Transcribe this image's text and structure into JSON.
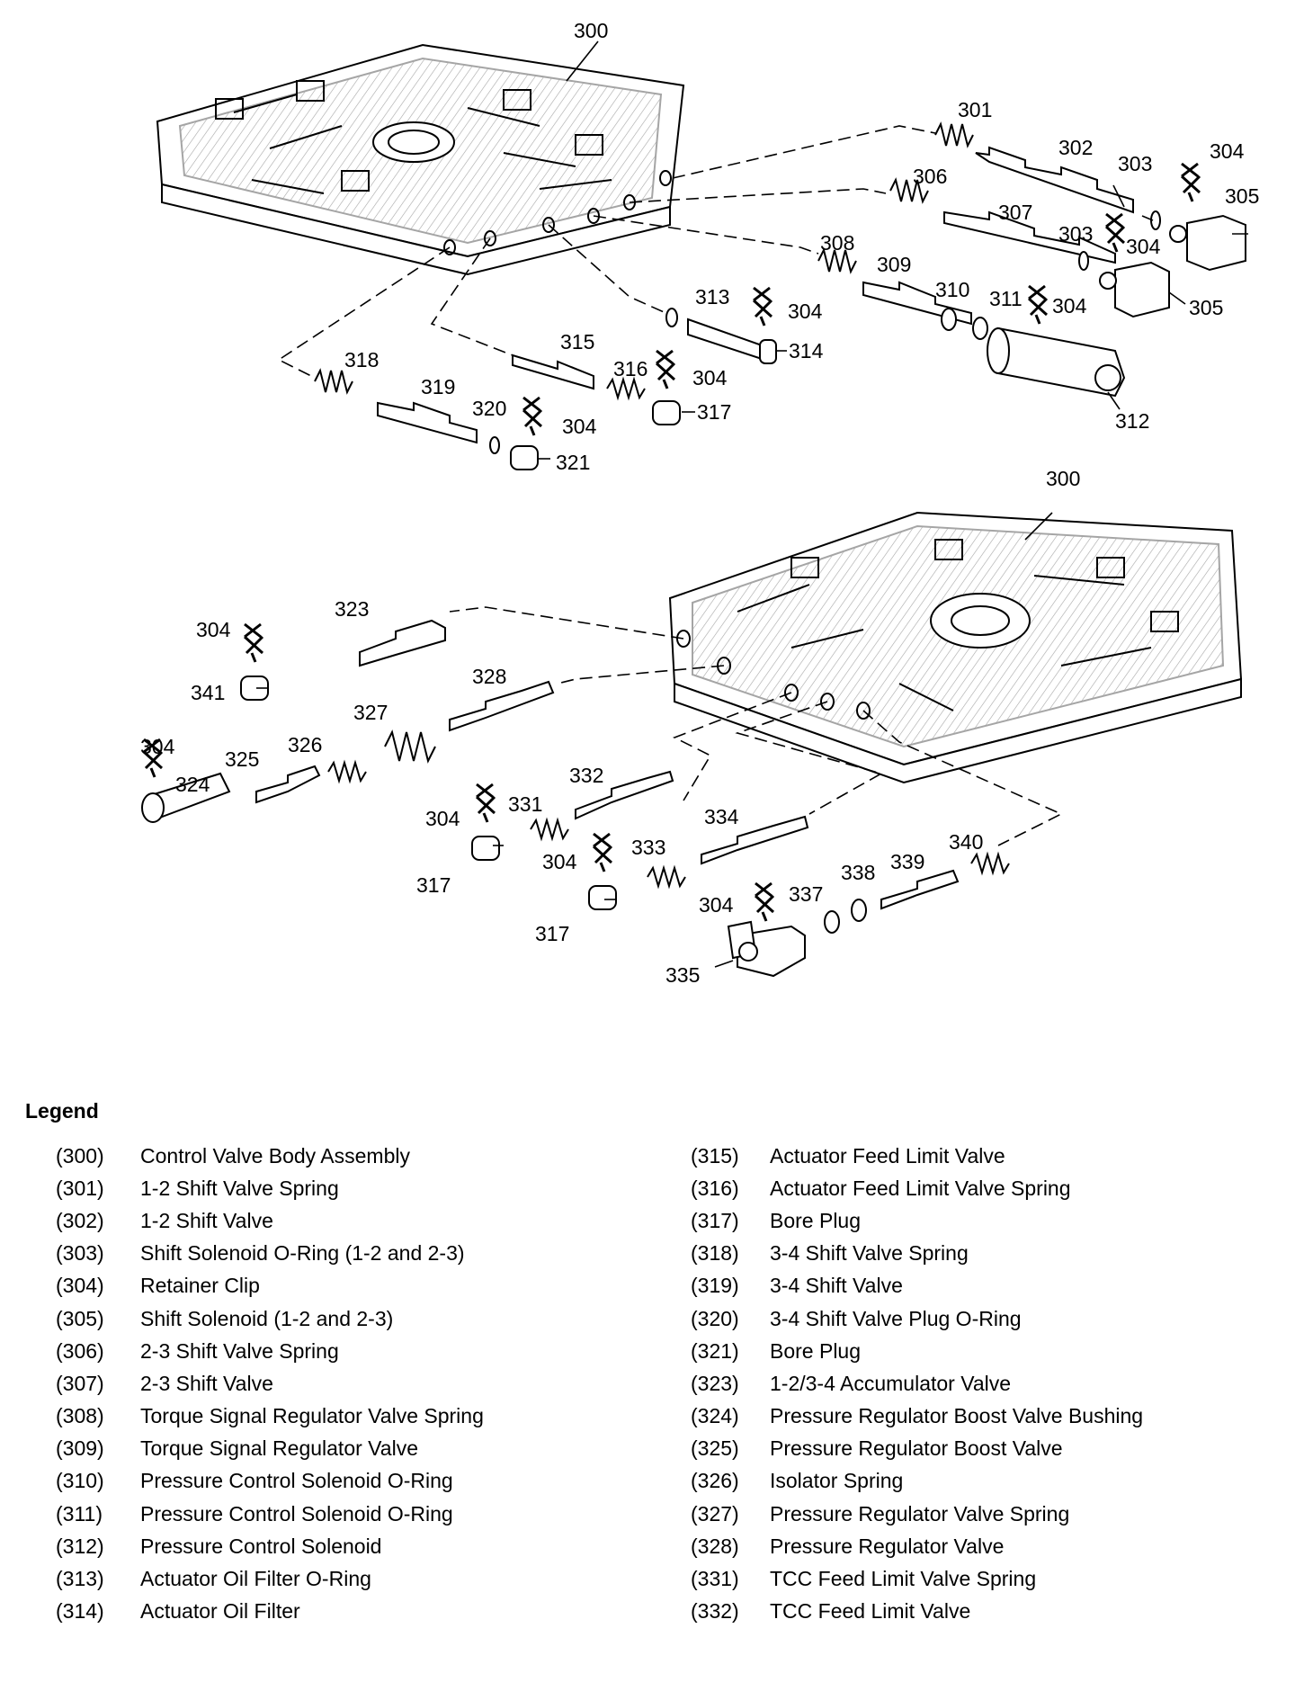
{
  "callouts": {
    "c300a": "300",
    "c301": "301",
    "c302": "302",
    "c303a": "303",
    "c304a": "304",
    "c305a": "305",
    "c306": "306",
    "c307": "307",
    "c303b": "303",
    "c304b": "304",
    "c305b": "305",
    "c308": "308",
    "c309": "309",
    "c310": "310",
    "c311": "311",
    "c304c": "304",
    "c313": "313",
    "c304d": "304",
    "c314": "314",
    "c312": "312",
    "c315": "315",
    "c316": "316",
    "c304e": "304",
    "c317a": "317",
    "c318": "318",
    "c319": "319",
    "c320": "320",
    "c304f": "304",
    "c321": "321",
    "c300b": "300",
    "c323": "323",
    "c304g": "304",
    "c341": "341",
    "c328": "328",
    "c327": "327",
    "c304h": "304",
    "c325": "325",
    "c326": "326",
    "c324": "324",
    "c332": "332",
    "c304i": "304",
    "c331": "331",
    "c317b": "317",
    "c334": "334",
    "c304j": "304",
    "c333": "333",
    "c317c": "317",
    "c340": "340",
    "c339": "339",
    "c338": "338",
    "c304k": "304",
    "c337": "337",
    "c335": "335"
  },
  "legend": {
    "title": "Legend",
    "left": [
      {
        "code": "(300)",
        "text": "Control Valve Body Assembly"
      },
      {
        "code": "(301)",
        "text": "1-2 Shift Valve Spring"
      },
      {
        "code": "(302)",
        "text": "1-2 Shift Valve"
      },
      {
        "code": "(303)",
        "text": "Shift Solenoid O-Ring (1-2 and 2-3)"
      },
      {
        "code": "(304)",
        "text": "Retainer Clip"
      },
      {
        "code": "(305)",
        "text": "Shift Solenoid (1-2 and 2-3)"
      },
      {
        "code": "(306)",
        "text": "2-3 Shift Valve Spring"
      },
      {
        "code": "(307)",
        "text": "2-3 Shift Valve"
      },
      {
        "code": "(308)",
        "text": "Torque Signal Regulator Valve Spring"
      },
      {
        "code": "(309)",
        "text": "Torque Signal Regulator Valve"
      },
      {
        "code": "(310)",
        "text": "Pressure Control Solenoid O-Ring"
      },
      {
        "code": "(311)",
        "text": "Pressure Control Solenoid O-Ring"
      },
      {
        "code": "(312)",
        "text": "Pressure Control Solenoid"
      },
      {
        "code": "(313)",
        "text": "Actuator Oil Filter O-Ring"
      },
      {
        "code": "(314)",
        "text": "Actuator Oil Filter"
      }
    ],
    "right": [
      {
        "code": "(315)",
        "text": "Actuator Feed Limit Valve"
      },
      {
        "code": "(316)",
        "text": "Actuator Feed Limit Valve Spring"
      },
      {
        "code": "(317)",
        "text": "Bore Plug"
      },
      {
        "code": "(318)",
        "text": "3-4 Shift Valve Spring"
      },
      {
        "code": "(319)",
        "text": "3-4 Shift Valve"
      },
      {
        "code": "(320)",
        "text": "3-4 Shift Valve Plug O-Ring"
      },
      {
        "code": "(321)",
        "text": "Bore Plug"
      },
      {
        "code": "(323)",
        "text": "1-2/3-4 Accumulator Valve"
      },
      {
        "code": "(324)",
        "text": "Pressure Regulator Boost Valve Bushing"
      },
      {
        "code": "(325)",
        "text": "Pressure Regulator Boost Valve"
      },
      {
        "code": "(326)",
        "text": "Isolator Spring"
      },
      {
        "code": "(327)",
        "text": "Pressure Regulator Valve Spring"
      },
      {
        "code": "(328)",
        "text": "Pressure Regulator Valve"
      },
      {
        "code": "(331)",
        "text": "TCC Feed Limit Valve Spring"
      },
      {
        "code": "(332)",
        "text": "TCC Feed Limit Valve"
      }
    ]
  }
}
